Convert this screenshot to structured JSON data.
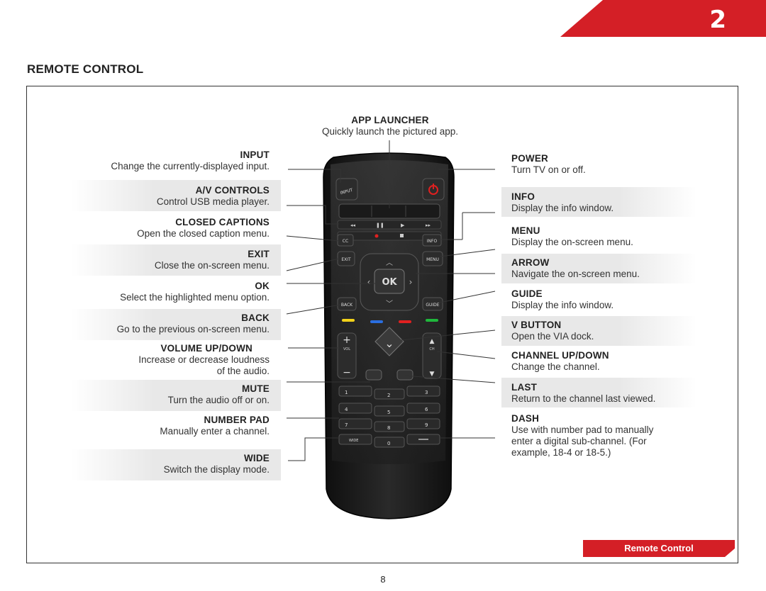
{
  "chapter": {
    "number": "2"
  },
  "section_title": "REMOTE CONTROL",
  "left_items": [
    {
      "heading": "INPUT",
      "desc": "Change the currently-displayed input."
    },
    {
      "heading": "A/V CONTROLS",
      "desc": "Control USB media player."
    },
    {
      "heading": "CLOSED CAPTIONS",
      "desc": "Open the closed caption menu."
    },
    {
      "heading": "EXIT",
      "desc": "Close the on-screen menu."
    },
    {
      "heading": "OK",
      "desc": "Select the highlighted menu option."
    },
    {
      "heading": "BACK",
      "desc": "Go to the previous on-screen menu."
    },
    {
      "heading": "VOLUME UP/DOWN",
      "desc": "Increase or decrease loudness",
      "desc2": "of the audio."
    },
    {
      "heading": "MUTE",
      "desc": "Turn the audio off or on."
    },
    {
      "heading": "NUMBER PAD",
      "desc": "Manually enter a channel."
    },
    {
      "heading": "WIDE",
      "desc": "Switch the display mode."
    }
  ],
  "top_item": {
    "heading": "APP LAUNCHER",
    "desc": "Quickly launch the pictured app."
  },
  "right_items": [
    {
      "heading": "POWER",
      "desc": "Turn TV on or off."
    },
    {
      "heading": "INFO",
      "desc": "Display the info window."
    },
    {
      "heading": "MENU",
      "desc": "Display the on-screen menu."
    },
    {
      "heading": "ARROW",
      "desc": "Navigate the on-screen menu."
    },
    {
      "heading": "GUIDE",
      "desc": "Display the info window."
    },
    {
      "heading": "V BUTTON",
      "desc": "Open the VIA dock."
    },
    {
      "heading": "CHANNEL UP/DOWN",
      "desc": "Change the channel."
    },
    {
      "heading": "LAST",
      "desc": "Return to the channel last viewed."
    },
    {
      "heading": "DASH",
      "desc": "Use with number pad to manually",
      "desc2": "enter a digital sub-channel. (For",
      "desc3": "example, 18-4 or 18-5.)"
    }
  ],
  "remote": {
    "input": "INPUT",
    "cc": "CC",
    "info": "INFO",
    "exit": "EXIT",
    "menu": "MENU",
    "ok": "OK",
    "back": "BACK",
    "guide": "GUIDE",
    "vol": "VOL",
    "ch": "CH",
    "wide": "WIDE",
    "keys": [
      "1",
      "2",
      "3",
      "4",
      "5",
      "6",
      "7",
      "8",
      "9",
      "0"
    ]
  },
  "footer": {
    "tab_label": "Remote Control",
    "page_number": "8"
  },
  "colors": {
    "accent_red": "#d41f26",
    "remote_body": "#1c1c1c"
  }
}
